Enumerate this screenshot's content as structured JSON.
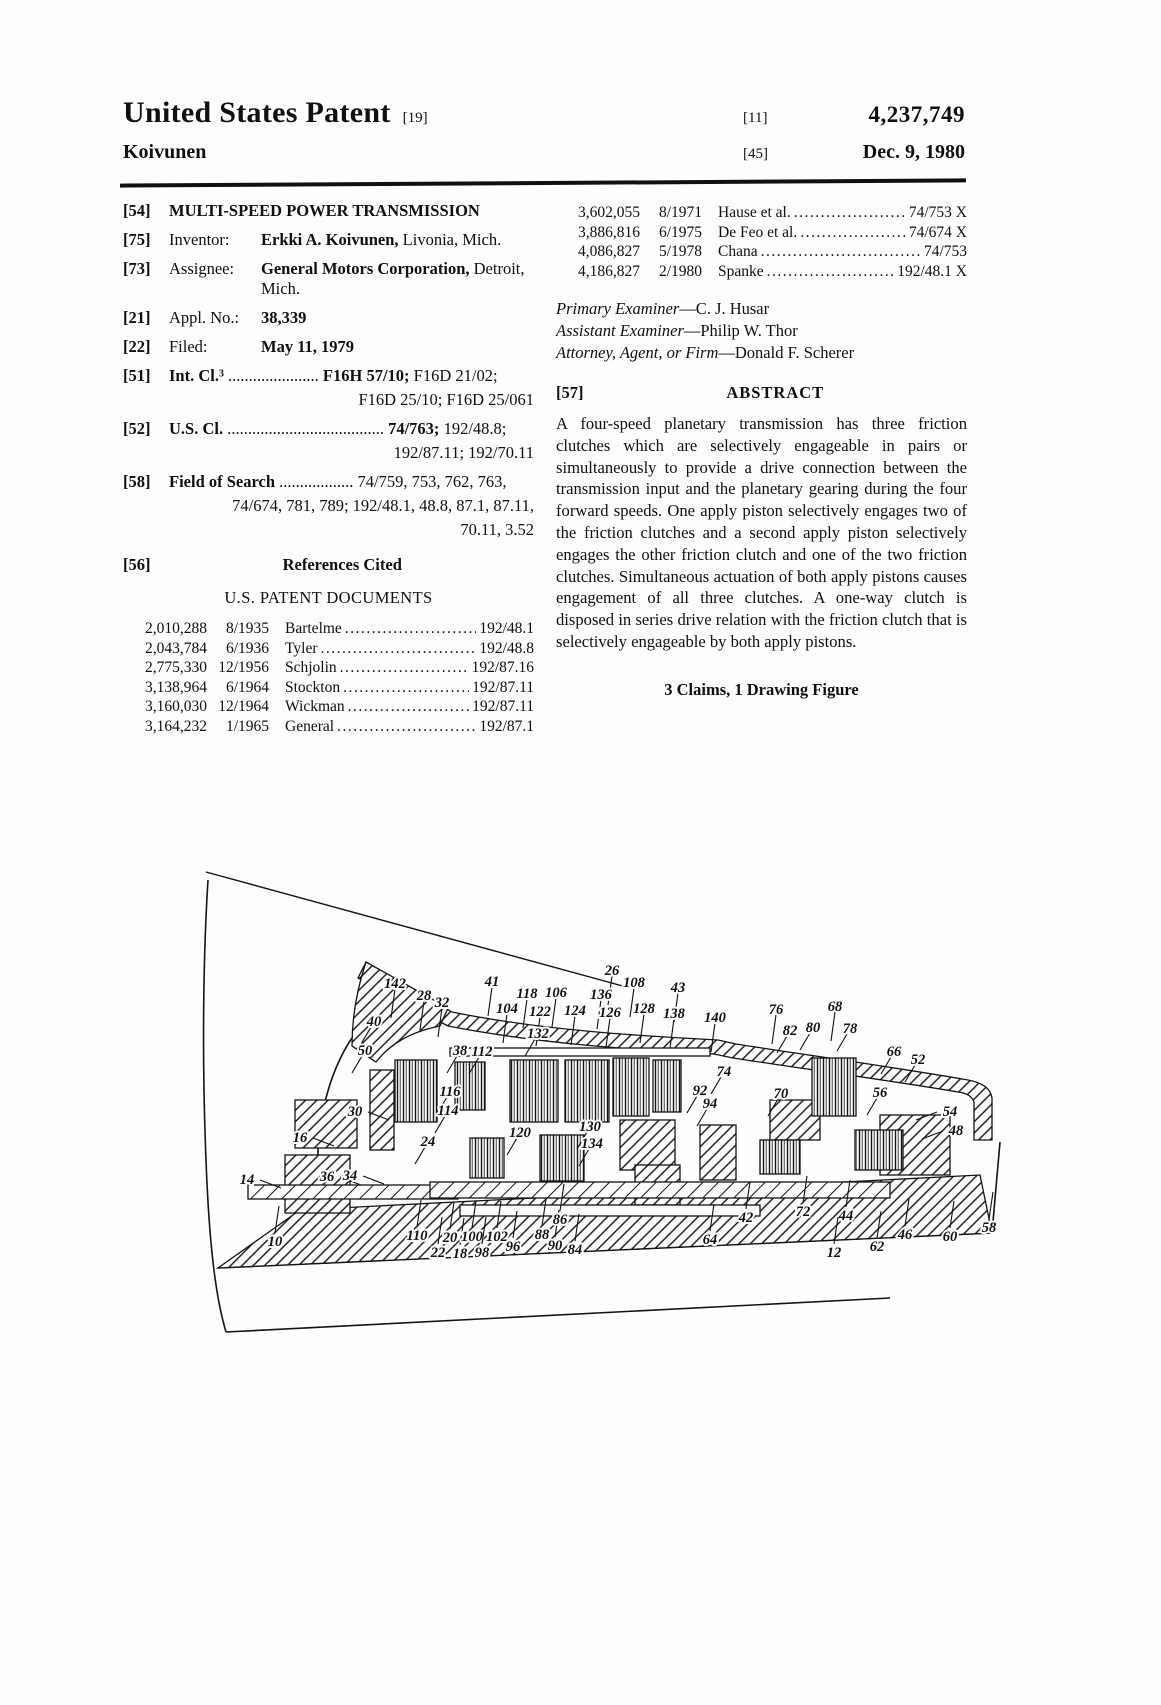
{
  "header": {
    "title": "United States Patent",
    "title_code": "[19]",
    "surname": "Koivunen",
    "number_code": "[11]",
    "number": "4,237,749",
    "date_code": "[45]",
    "date": "Dec. 9, 1980"
  },
  "biblio": {
    "title_tag": "[54]",
    "title": "MULTI-SPEED POWER TRANSMISSION",
    "inventor_tag": "[75]",
    "inventor_label": "Inventor:",
    "inventor_name": "Erkki A. Koivunen,",
    "inventor_rest": " Livonia, Mich.",
    "assignee_tag": "[73]",
    "assignee_label": "Assignee:",
    "assignee_name": "General Motors Corporation,",
    "assignee_rest": " Detroit,",
    "assignee_line2": "Mich.",
    "appl_tag": "[21]",
    "appl_label": "Appl. No.:",
    "appl_value": "38,339",
    "filed_tag": "[22]",
    "filed_label": "Filed:",
    "filed_value": "May 11, 1979",
    "intcl_tag": "[51]",
    "intcl_label": "Int. Cl.³",
    "intcl_dots": " ...................... ",
    "intcl_bold": "F16H 57/10;",
    "intcl_rest": " F16D 21/02;",
    "intcl_line2": "F16D 25/10; F16D 25/061",
    "uscl_tag": "[52]",
    "uscl_label": "U.S. Cl.",
    "uscl_dots": " ...................................... ",
    "uscl_bold": "74/763;",
    "uscl_rest": " 192/48.8;",
    "uscl_line2": "192/87.11; 192/70.11",
    "fos_tag": "[58]",
    "fos_label": "Field of Search",
    "fos_dots": " .................. ",
    "fos_rest": "74/759, 753, 762, 763,",
    "fos_line2": "74/674, 781, 789; 192/48.1, 48.8, 87.1, 87.11,",
    "fos_line3": "70.11, 3.52"
  },
  "references": {
    "tag": "[56]",
    "heading": "References Cited",
    "subheading": "U.S. PATENT DOCUMENTS",
    "left_rows": [
      [
        "2,010,288",
        "8/1935",
        "Bartelme",
        "192/48.1"
      ],
      [
        "2,043,784",
        "6/1936",
        "Tyler",
        "192/48.8"
      ],
      [
        "2,775,330",
        "12/1956",
        "Schjolin",
        "192/87.16"
      ],
      [
        "3,138,964",
        "6/1964",
        "Stockton",
        "192/87.11"
      ],
      [
        "3,160,030",
        "12/1964",
        "Wickman",
        "192/87.11"
      ],
      [
        "3,164,232",
        "1/1965",
        "General",
        "192/87.1"
      ]
    ],
    "right_rows": [
      [
        "3,602,055",
        "8/1971",
        "Hause et al.",
        "74/753 X"
      ],
      [
        "3,886,816",
        "6/1975",
        "De Feo et al.",
        "74/674 X"
      ],
      [
        "4,086,827",
        "5/1978",
        "Chana",
        "74/753"
      ],
      [
        "4,186,827",
        "2/1980",
        "Spanke",
        "192/48.1 X"
      ]
    ]
  },
  "examiners": [
    {
      "label": "Primary Examiner",
      "name": "—C. J. Husar"
    },
    {
      "label": "Assistant Examiner",
      "name": "—Philip W. Thor"
    },
    {
      "label": "Attorney, Agent, or Firm",
      "name": "—Donald F. Scherer"
    }
  ],
  "abstract": {
    "tag": "[57]",
    "heading": "ABSTRACT",
    "text": "A four-speed planetary transmission has three friction clutches which are selectively engageable in pairs or simultaneously to provide a drive connection between the transmission input and the planetary gearing during the four forward speeds. One apply piston selectively engages two of the friction clutches and a second apply piston selectively engages the other friction clutch and one of the two friction clutches. Simultaneous actuation of both apply pistons causes engagement of all three clutches. A one-way clutch is disposed in series drive relation with the friction clutch that is selectively engageable by both apply pistons.",
    "claims_note": "3 Claims, 1 Drawing Figure"
  },
  "figure": {
    "labels": [
      [
        "142",
        395,
        984
      ],
      [
        "28",
        424,
        996
      ],
      [
        "32",
        442,
        1003
      ],
      [
        "41",
        492,
        982
      ],
      [
        "104",
        507,
        1009
      ],
      [
        "118",
        527,
        994
      ],
      [
        "122",
        540,
        1012
      ],
      [
        "106",
        556,
        993
      ],
      [
        "124",
        575,
        1011
      ],
      [
        "26",
        612,
        971
      ],
      [
        "136",
        601,
        995
      ],
      [
        "126",
        610,
        1013
      ],
      [
        "108",
        634,
        983
      ],
      [
        "128",
        644,
        1009
      ],
      [
        "43",
        678,
        988
      ],
      [
        "138",
        674,
        1014
      ],
      [
        "140",
        715,
        1018
      ],
      [
        "76",
        776,
        1010
      ],
      [
        "82",
        790,
        1031
      ],
      [
        "80",
        813,
        1028
      ],
      [
        "68",
        835,
        1007
      ],
      [
        "78",
        850,
        1029
      ],
      [
        "66",
        894,
        1052
      ],
      [
        "52",
        918,
        1060
      ],
      [
        "40",
        374,
        1022
      ],
      [
        "50",
        365,
        1051
      ],
      [
        "38",
        460,
        1051
      ],
      [
        "112",
        482,
        1052
      ],
      [
        "132",
        538,
        1034
      ],
      [
        "116",
        450,
        1092
      ],
      [
        "114",
        448,
        1111
      ],
      [
        "30",
        355,
        1112
      ],
      [
        "24",
        428,
        1142
      ],
      [
        "120",
        520,
        1133
      ],
      [
        "130",
        590,
        1127
      ],
      [
        "134",
        592,
        1144
      ],
      [
        "92",
        700,
        1091
      ],
      [
        "94",
        710,
        1104
      ],
      [
        "74",
        724,
        1072
      ],
      [
        "70",
        781,
        1094
      ],
      [
        "56",
        880,
        1093
      ],
      [
        "54",
        950,
        1112
      ],
      [
        "48",
        956,
        1131
      ],
      [
        "16",
        300,
        1138
      ],
      [
        "14",
        247,
        1180
      ],
      [
        "36",
        327,
        1177
      ],
      [
        "34",
        350,
        1176
      ],
      [
        "10",
        275,
        1242
      ],
      [
        "110",
        417,
        1236
      ],
      [
        "22",
        438,
        1253
      ],
      [
        "20",
        450,
        1238
      ],
      [
        "18",
        460,
        1254
      ],
      [
        "100",
        472,
        1237
      ],
      [
        "98",
        482,
        1253
      ],
      [
        "102",
        497,
        1237
      ],
      [
        "96",
        513,
        1247
      ],
      [
        "88",
        542,
        1235
      ],
      [
        "90",
        555,
        1246
      ],
      [
        "86",
        560,
        1220
      ],
      [
        "84",
        575,
        1250
      ],
      [
        "64",
        710,
        1240
      ],
      [
        "42",
        746,
        1218
      ],
      [
        "72",
        803,
        1212
      ],
      [
        "44",
        846,
        1216
      ],
      [
        "12",
        834,
        1253
      ],
      [
        "62",
        877,
        1247
      ],
      [
        "46",
        905,
        1235
      ],
      [
        "60",
        950,
        1237
      ],
      [
        "58",
        989,
        1228
      ]
    ]
  }
}
